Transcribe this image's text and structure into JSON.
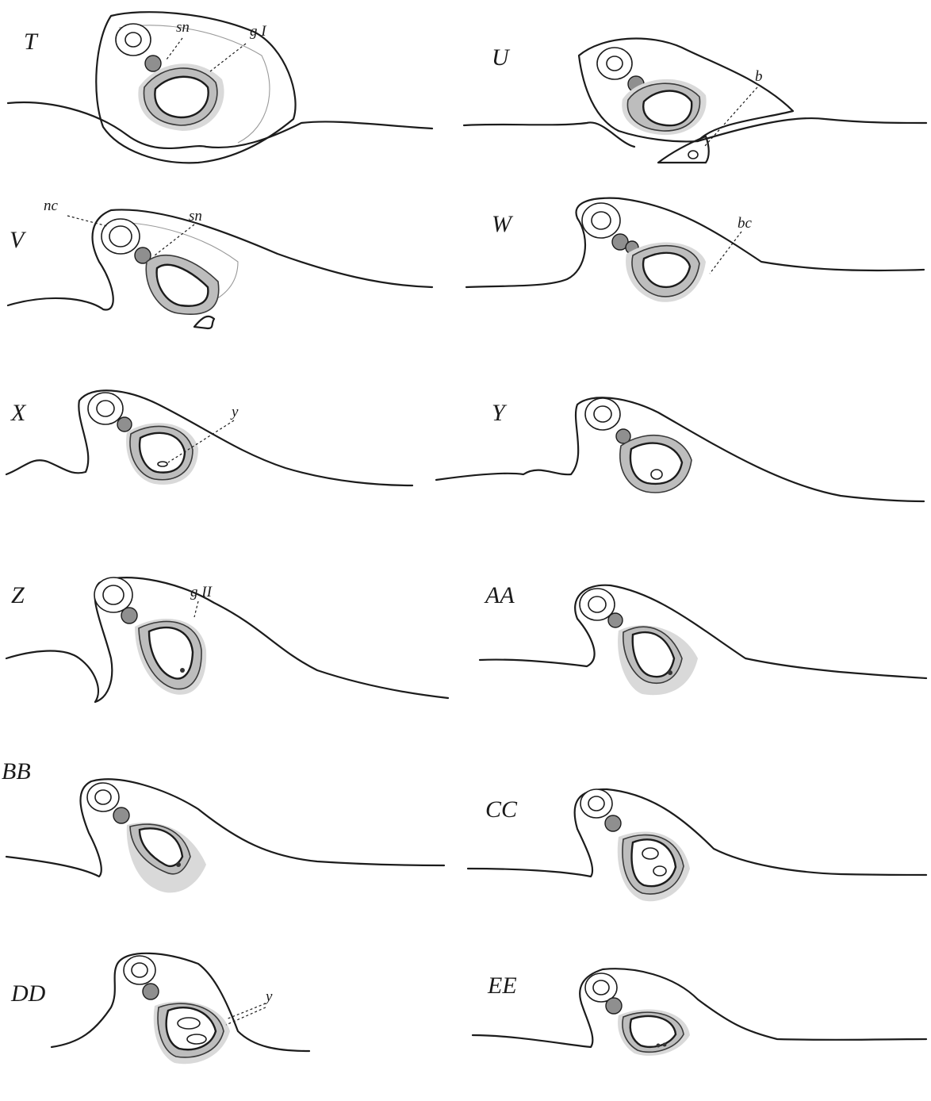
{
  "panels": [
    {
      "label": "T",
      "annotations": [
        "sn",
        "g I"
      ]
    },
    {
      "label": "U",
      "annotations": [
        "b"
      ]
    },
    {
      "label": "V",
      "annotations": [
        "nc",
        "sn"
      ]
    },
    {
      "label": "W",
      "annotations": [
        "bc"
      ]
    },
    {
      "label": "X",
      "annotations": [
        "y"
      ]
    },
    {
      "label": "Y",
      "annotations": []
    },
    {
      "label": "Z",
      "annotations": [
        "g II"
      ]
    },
    {
      "label": "AA",
      "annotations": []
    },
    {
      "label": "BB",
      "annotations": []
    },
    {
      "label": "CC",
      "annotations": []
    },
    {
      "label": "DD",
      "annotations": [
        "y"
      ]
    },
    {
      "label": "EE",
      "annotations": []
    }
  ],
  "colors": {
    "ink": "#1c1c1c",
    "stipple": "#bdbdbd",
    "background": "#ffffff"
  }
}
